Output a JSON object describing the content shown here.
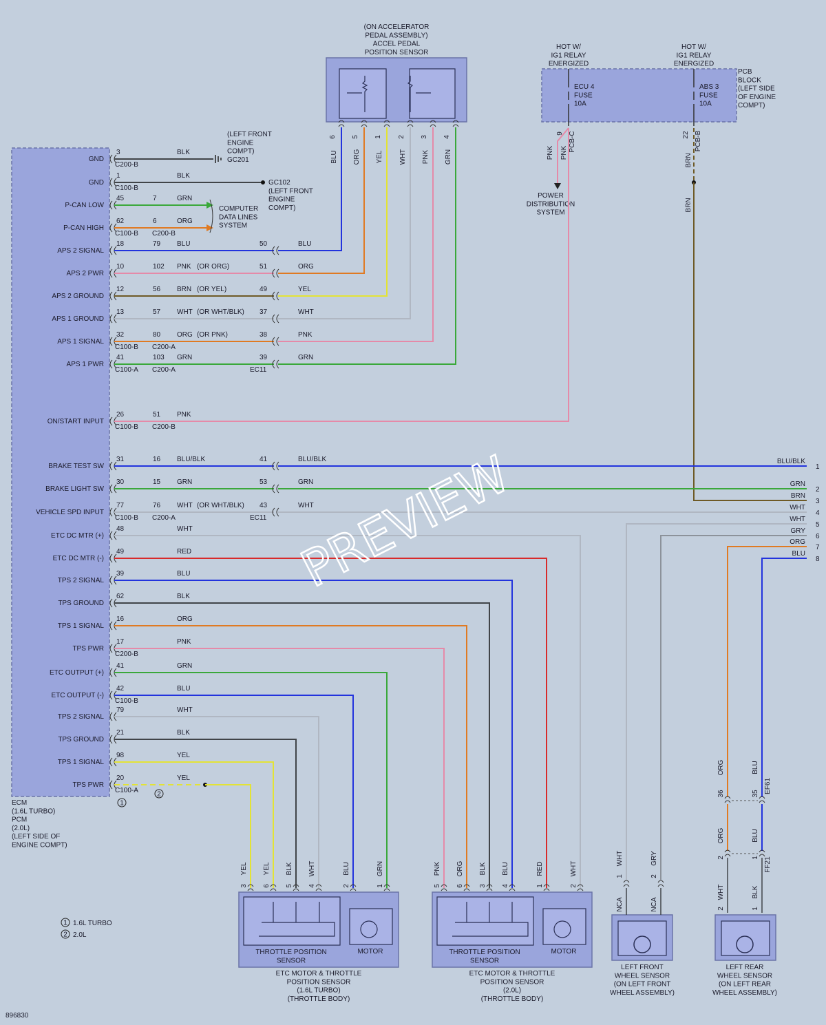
{
  "diagram_id": "896830",
  "watermark": "PREVIEW",
  "ecm": {
    "caption": [
      "ECM",
      "(1.6L TURBO)",
      "PCM",
      "(2.0L)",
      "(LEFT SIDE OF",
      "ENGINE COMPT)"
    ],
    "pins": [
      {
        "label": "GND",
        "pin": "3",
        "conn": "C200-B",
        "wire": "BLK"
      },
      {
        "label": "GND",
        "pin": "1",
        "conn": "C100-B",
        "wire": "BLK"
      },
      {
        "label": "P-CAN LOW",
        "pin": "45",
        "pin2": "7",
        "wire": "GRN"
      },
      {
        "label": "P-CAN HIGH",
        "pin": "62",
        "pin2": "6",
        "wire": "ORG",
        "conn": "C100-B",
        "conn2": "C200-B"
      },
      {
        "label": "APS 2 SIGNAL",
        "pin": "18",
        "pin2": "79",
        "wire": "BLU",
        "ec": "50",
        "wire2": "BLU"
      },
      {
        "label": "APS 2 PWR",
        "pin": "10",
        "pin2": "102",
        "wire": "PNK",
        "alt": "(OR ORG)",
        "ec": "51",
        "wire2": "ORG"
      },
      {
        "label": "APS 2 GROUND",
        "pin": "12",
        "pin2": "56",
        "wire": "BRN",
        "alt": "(OR YEL)",
        "ec": "49",
        "wire2": "YEL"
      },
      {
        "label": "APS 1 GROUND",
        "pin": "13",
        "pin2": "57",
        "wire": "WHT",
        "alt": "(OR WHT/BLK)",
        "ec": "37",
        "wire2": "WHT"
      },
      {
        "label": "APS 1 SIGNAL",
        "pin": "32",
        "pin2": "80",
        "wire": "ORG",
        "alt": "(OR PNK)",
        "ec": "38",
        "wire2": "PNK",
        "conn": "C100-B",
        "conn2": "C200-A"
      },
      {
        "label": "APS 1 PWR",
        "pin": "41",
        "pin2": "103",
        "wire": "GRN",
        "ec": "39",
        "wire2": "GRN",
        "conn": "C100-A",
        "conn2": "C200-A",
        "ecconn": "EC11"
      },
      {
        "label": "ON/START INPUT",
        "pin": "26",
        "pin2": "51",
        "wire": "PNK",
        "conn": "C100-B",
        "conn2": "C200-B"
      },
      {
        "label": "BRAKE TEST SW",
        "pin": "31",
        "pin2": "16",
        "wire": "BLU/BLK",
        "ec": "41",
        "wire2": "BLU/BLK"
      },
      {
        "label": "BRAKE LIGHT SW",
        "pin": "30",
        "pin2": "15",
        "wire": "GRN",
        "ec": "53",
        "wire2": "GRN"
      },
      {
        "label": "VEHICLE SPD INPUT",
        "pin": "77",
        "pin2": "76",
        "wire": "WHT",
        "alt": "(OR WHT/BLK)",
        "ec": "43",
        "wire2": "WHT",
        "conn": "C100-B",
        "conn2": "C200-A",
        "ecconn": "EC11"
      },
      {
        "label": "ETC DC MTR (+)",
        "pin": "48",
        "wire": "WHT"
      },
      {
        "label": "ETC DC MTR (-)",
        "pin": "49",
        "wire": "RED"
      },
      {
        "label": "TPS 2 SIGNAL",
        "pin": "39",
        "wire": "BLU"
      },
      {
        "label": "TPS GROUND",
        "pin": "62",
        "wire": "BLK"
      },
      {
        "label": "TPS 1 SIGNAL",
        "pin": "16",
        "wire": "ORG"
      },
      {
        "label": "TPS PWR",
        "pin": "17",
        "wire": "PNK",
        "conn": "C200-B"
      },
      {
        "label": "ETC OUTPUT (+)",
        "pin": "41",
        "wire": "GRN"
      },
      {
        "label": "ETC OUTPUT (-)",
        "pin": "42",
        "wire": "BLU",
        "conn": "C100-B"
      },
      {
        "label": "TPS 2 SIGNAL",
        "pin": "79",
        "wire": "WHT"
      },
      {
        "label": "TPS GROUND",
        "pin": "21",
        "wire": "BLK"
      },
      {
        "label": "TPS 1 SIGNAL",
        "pin": "98",
        "wire": "YEL"
      },
      {
        "label": "TPS PWR",
        "pin": "20",
        "wire": "YEL",
        "conn": "C100-A"
      }
    ]
  },
  "grounds": {
    "gc201": [
      "(LEFT FRONT",
      "ENGINE",
      "COMPT)",
      "GC201"
    ],
    "gc102": [
      "GC102",
      "(LEFT FRONT",
      "ENGINE",
      "COMPT)"
    ]
  },
  "can_label": [
    "COMPUTER",
    "DATA LINES",
    "SYSTEM"
  ],
  "accel_pedal": {
    "caption": [
      "(ON ACCELERATOR",
      "PEDAL ASSEMBLY)",
      "ACCEL PEDAL",
      "POSITION SENSOR"
    ],
    "pins": [
      {
        "pin": "6",
        "wire": "BLU"
      },
      {
        "pin": "5",
        "wire": "ORG"
      },
      {
        "pin": "1",
        "wire": "YEL"
      },
      {
        "pin": "2",
        "wire": "WHT"
      },
      {
        "pin": "3",
        "wire": "PNK"
      },
      {
        "pin": "4",
        "wire": "GRN"
      }
    ]
  },
  "hot_labels": [
    [
      "HOT W/",
      "IG1 RELAY",
      "ENERGIZED"
    ],
    [
      "HOT W/",
      "IG1 RELAY",
      "ENERGIZED"
    ]
  ],
  "pcb": {
    "caption": [
      "PCB",
      "BLOCK",
      "(LEFT SIDE",
      "OF ENGINE",
      "COMPT)"
    ],
    "fuse1": [
      "ECU 4",
      "FUSE",
      "10A"
    ],
    "fuse2": [
      "ABS 3",
      "FUSE",
      "10A"
    ],
    "conn1": "PCB-C",
    "pin1": "9",
    "wire1a": "PNK",
    "wire1b": "PNK",
    "conn2": "PCB-B",
    "pin2": "22",
    "wire2a": "BRN",
    "wire2b": "BRN"
  },
  "power_dist": [
    "POWER",
    "DISTRIBUTION",
    "SYSTEM"
  ],
  "right_edge": [
    {
      "num": "1",
      "wire": "BLU/BLK"
    },
    {
      "num": "2",
      "wire": "GRN"
    },
    {
      "num": "3",
      "wire": "BRN"
    },
    {
      "num": "4",
      "wire": "WHT"
    },
    {
      "num": "5",
      "wire": "WHT"
    },
    {
      "num": "6",
      "wire": "GRY"
    },
    {
      "num": "7",
      "wire": "ORG"
    },
    {
      "num": "8",
      "wire": "BLU"
    }
  ],
  "etc_16": {
    "pins": [
      {
        "pin": "3",
        "wire": "YEL"
      },
      {
        "pin": "6",
        "wire": "YEL"
      },
      {
        "pin": "5",
        "wire": "BLK"
      },
      {
        "pin": "4",
        "wire": "WHT"
      },
      {
        "pin": "2",
        "wire": "BLU"
      },
      {
        "pin": "1",
        "wire": "GRN"
      }
    ],
    "tps_label": [
      "THROTTLE POSITION",
      "SENSOR"
    ],
    "motor_label": "MOTOR",
    "caption": [
      "ETC MOTOR & THROTTLE",
      "POSITION SENSOR",
      "(1.6L TURBO)",
      "(THROTTLE BODY)"
    ]
  },
  "etc_20": {
    "pins": [
      {
        "pin": "5",
        "wire": "PNK"
      },
      {
        "pin": "6",
        "wire": "ORG"
      },
      {
        "pin": "3",
        "wire": "BLK"
      },
      {
        "pin": "4",
        "wire": "BLU"
      },
      {
        "pin": "1",
        "wire": "RED"
      },
      {
        "pin": "2",
        "wire": "WHT"
      }
    ],
    "tps_label": [
      "THROTTLE POSITION",
      "SENSOR"
    ],
    "motor_label": "MOTOR",
    "caption": [
      "ETC MOTOR & THROTTLE",
      "POSITION SENSOR",
      "(2.0L)",
      "(THROTTLE BODY)"
    ]
  },
  "lf_wheel": {
    "pins": [
      {
        "pin": "1",
        "wire": "WHT",
        "nca": "NCA"
      },
      {
        "pin": "2",
        "wire": "GRY",
        "nca": "NCA"
      }
    ],
    "caption": [
      "LEFT FRONT",
      "WHEEL SENSOR",
      "(ON LEFT FRONT",
      "WHEEL ASSEMBLY)"
    ]
  },
  "lr_wheel": {
    "upper": [
      {
        "pin": "36",
        "wire": "ORG"
      },
      {
        "pin": "35",
        "wire": "BLU"
      }
    ],
    "upper_conn": "EF61",
    "middle": [
      {
        "pin": "2",
        "wire": "ORG"
      },
      {
        "pin": "1",
        "wire": "BLU"
      }
    ],
    "middle_conn": "FF21",
    "lower": [
      {
        "pin": "2",
        "wire": "WHT"
      },
      {
        "pin": "1",
        "wire": "BLK"
      }
    ],
    "caption": [
      "LEFT REAR",
      "WHEEL SENSOR",
      "(ON LEFT REAR",
      "WHEEL ASSEMBLY)"
    ]
  },
  "legend": [
    {
      "sym": "1",
      "text": "1.6L TURBO"
    },
    {
      "sym": "2",
      "text": "2.0L"
    }
  ],
  "colors": {
    "background": "#c3cfdd",
    "module": "#9aa5dc",
    "module_border": "#6b74a8",
    "BLU": "#2233dd",
    "ORG": "#e07a22",
    "YEL": "#e3e335",
    "WHT": "#b0b7c2",
    "PNK": "#e58aa8",
    "GRN": "#3aa83a",
    "BRN": "#6e5a26",
    "RED": "#d82a2a",
    "BLK": "#404448",
    "GRY": "#8c929a"
  }
}
